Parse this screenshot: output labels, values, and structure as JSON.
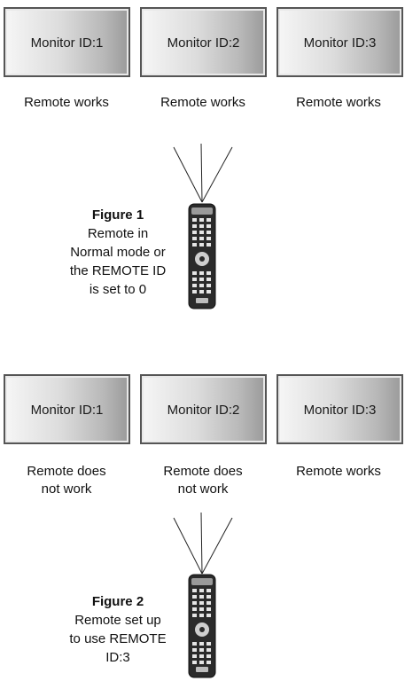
{
  "figure1": {
    "monitors": [
      {
        "label": "Monitor ID:1",
        "status": "Remote works"
      },
      {
        "label": "Monitor ID:2",
        "status": "Remote works"
      },
      {
        "label": "Monitor ID:3",
        "status": "Remote works"
      }
    ],
    "caption_title": "Figure 1",
    "caption_lines": [
      "Remote in",
      "Normal mode or",
      "the REMOTE ID",
      "is set to 0"
    ]
  },
  "figure2": {
    "monitors": [
      {
        "label": "Monitor ID:1",
        "status_lines": [
          "Remote does",
          "not work"
        ]
      },
      {
        "label": "Monitor ID:2",
        "status_lines": [
          "Remote does",
          "not work"
        ]
      },
      {
        "label": "Monitor ID:3",
        "status_lines": [
          "Remote works"
        ]
      }
    ],
    "caption_title": "Figure 2",
    "caption_lines": [
      "Remote set up",
      "to use REMOTE",
      "ID:3"
    ]
  },
  "colors": {
    "monitor_border": "#555555",
    "remote_body": "#2b2b2b",
    "text": "#111111"
  }
}
